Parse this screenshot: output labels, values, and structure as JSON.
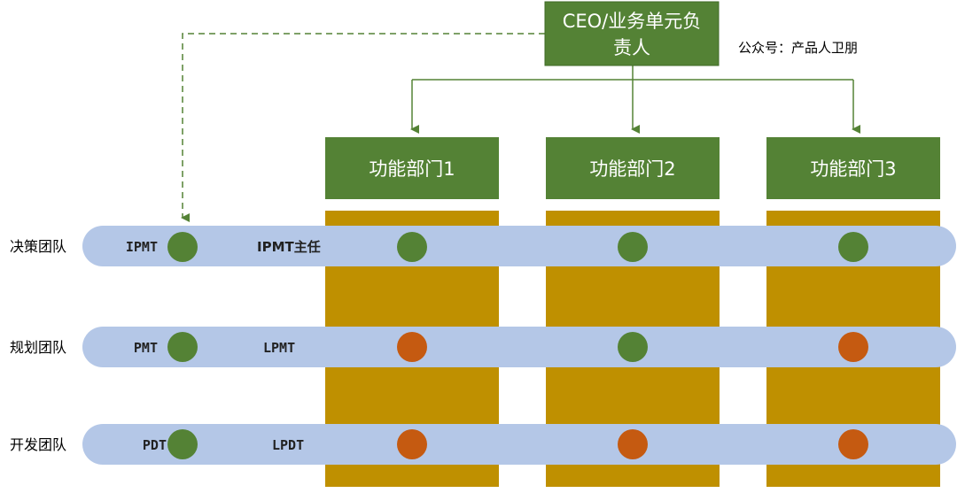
{
  "colors": {
    "green": "#548235",
    "orange": "#C55A11",
    "gold": "#BF9000",
    "band": "#B4C7E7",
    "line": "#548235"
  },
  "ceo": {
    "line1": "CEO/业务单元负",
    "line2": "责人"
  },
  "note": "公众号：产品人卫朋",
  "departments": [
    {
      "label": "功能部门1"
    },
    {
      "label": "功能部门2"
    },
    {
      "label": "功能部门3"
    }
  ],
  "teams": [
    {
      "label": "决策团队",
      "team_code": "IPMT",
      "lead": "IPMT主任",
      "status": [
        "green",
        "green",
        "green",
        "green"
      ]
    },
    {
      "label": "规划团队",
      "team_code": "PMT",
      "lead": "LPMT",
      "status": [
        "green",
        "orange",
        "green",
        "orange"
      ]
    },
    {
      "label": "开发团队",
      "team_code": "PDT",
      "lead": "LPDT",
      "status": [
        "green",
        "orange",
        "orange",
        "orange"
      ]
    }
  ]
}
